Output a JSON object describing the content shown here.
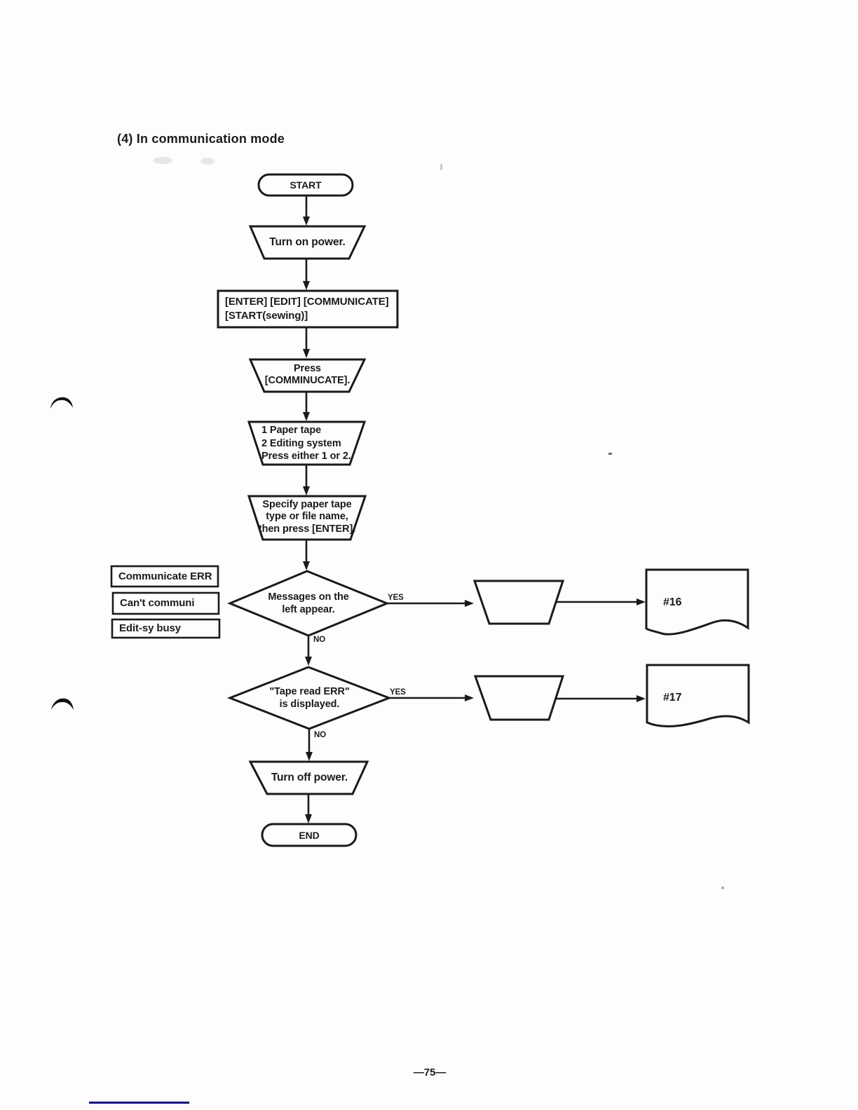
{
  "page": {
    "title": "(4) In communication mode",
    "page_number": "—75—"
  },
  "flowchart": {
    "start": "START",
    "turn_on_power": "Turn on power.",
    "key_list": "[ENTER] [EDIT] [COMMUNICATE]\n[START(sewing)]",
    "press_communicate": "Press\n[COMMINUCATE].",
    "tape_menu": "1 Paper tape\n2 Editing system\nPress either 1 or 2.",
    "specify_tape": "Specify paper tape\ntype or file name,\nthen press [ENTER].",
    "decision_messages": "Messages on the\nleft appear.",
    "decision_tape_err": "\"Tape read ERR\"\nis displayed.",
    "turn_off_power": "Turn off power.",
    "end": "END",
    "doc_ref_16": "#16",
    "doc_ref_17": "#17",
    "error_boxes": [
      "Communicate ERR",
      "Can't communi",
      "Edit-sy busy"
    ],
    "labels": {
      "yes": "YES",
      "no": "NO"
    }
  },
  "colors": {
    "ink": "#1b1b1b",
    "margin_line_blue": "#10107e"
  }
}
